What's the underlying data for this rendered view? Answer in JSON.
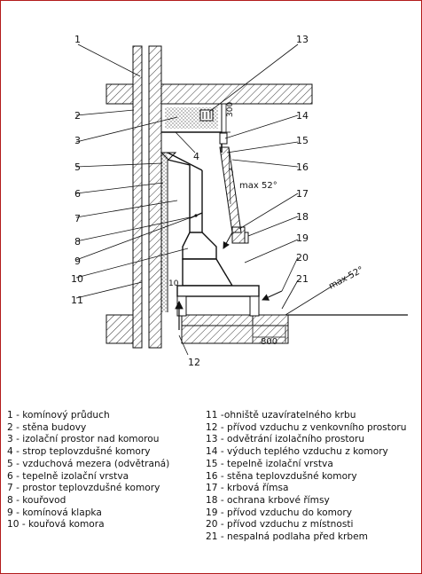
{
  "diagram": {
    "callouts": [
      "1",
      "2",
      "3",
      "4",
      "5",
      "6",
      "7",
      "8",
      "9",
      "10",
      "11",
      "12",
      "13",
      "14",
      "15",
      "16",
      "17",
      "18",
      "19",
      "20",
      "21"
    ],
    "dims": {
      "d300": "300",
      "d800": "800",
      "d10": "10"
    },
    "angle_labels": {
      "a1": "max 52°",
      "a2": "max 52°"
    }
  },
  "legend": {
    "left": [
      "1 - komínový průduch",
      "2 - stěna budovy",
      "3 - izolační prostor nad komorou",
      "4 - strop teplovzdušné komory",
      "5 - vzduchová mezera (odvětraná)",
      "6 - tepelně izolační vrstva",
      "7 - prostor teplovzdušné komory",
      "8 - kouřovod",
      "9 - komínová klapka",
      "10 - kouřová komora"
    ],
    "right": [
      "11 -ohniště uzavíratelného krbu",
      "12 - přívod vzduchu z venkovního prostoru",
      "13 - odvětrání izolačního prostoru",
      "14 - výduch teplého vzduchu z komory",
      "15 - tepelně izolační vrstva",
      "16 - stěna teplovzdušné komory",
      "17 - krbová římsa",
      "18 - ochrana krbové římsy",
      "19 - přívod vzduchu do komory",
      "20 - přívod vzduchu z místnosti",
      "21 - nespalná podlaha před krbem"
    ]
  }
}
